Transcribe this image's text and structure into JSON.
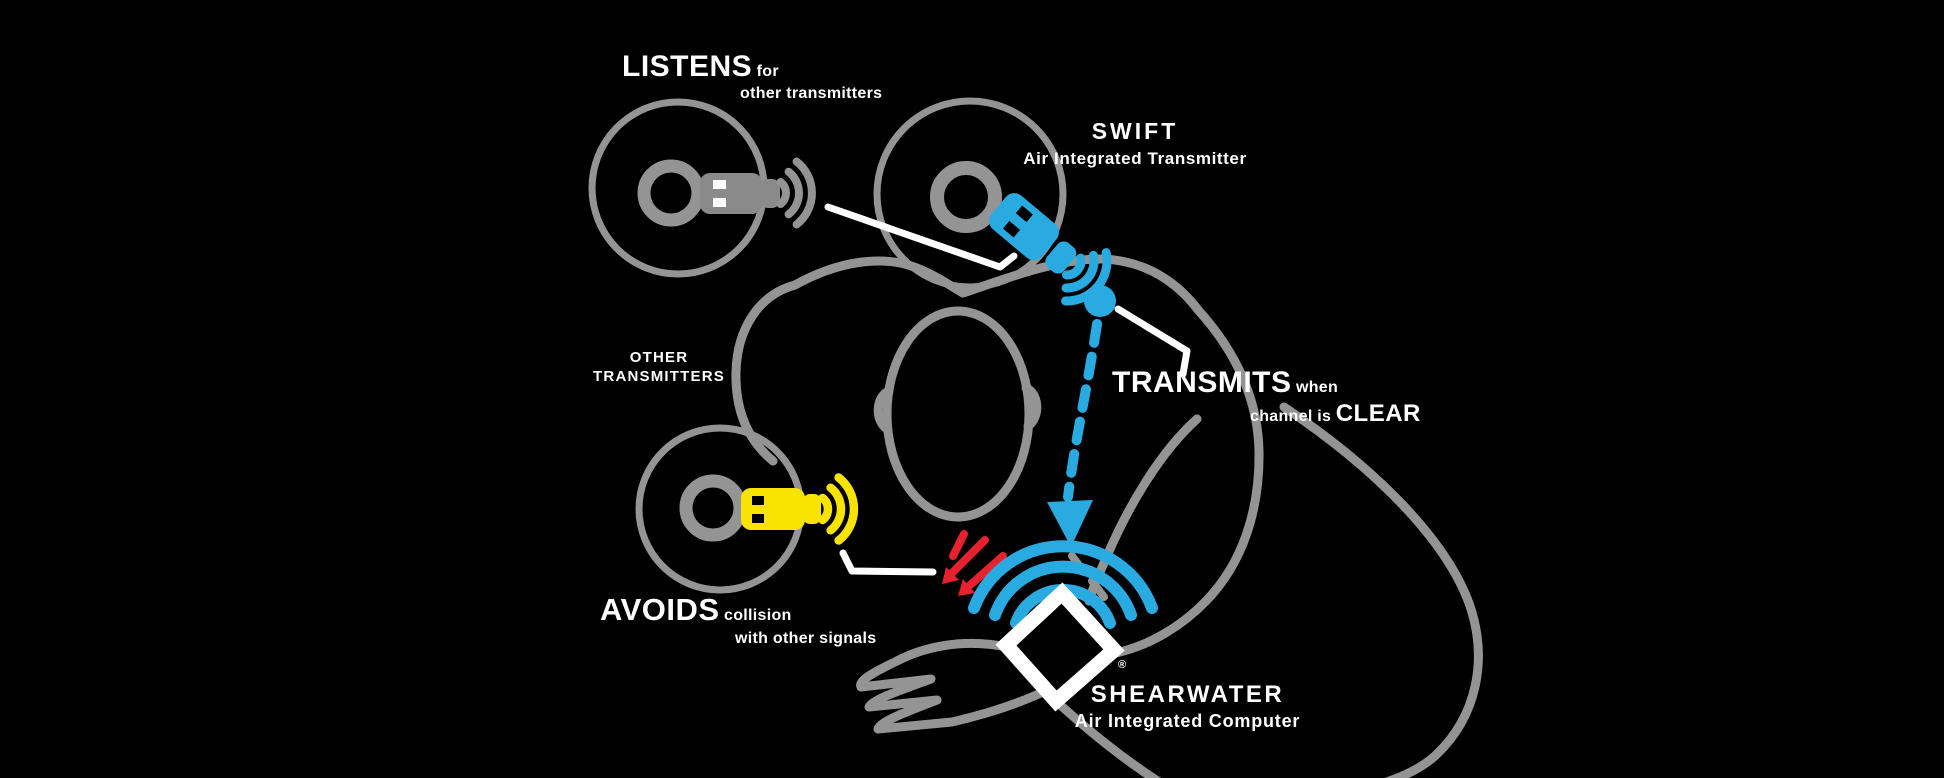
{
  "title": "SWIFT air integrated transmitter behavior diagram",
  "colors": {
    "background": "#000000",
    "gray_line": "#949494",
    "gray_fill": "#8A8A8A",
    "blue": "#29ABE2",
    "yellow": "#F9E300",
    "red": "#E8212E",
    "white": "#FFFFFF"
  },
  "labels": {
    "listens": {
      "big": "LISTENS",
      "small": "for",
      "line2": "other transmitters"
    },
    "swift": {
      "title": "SWIFT",
      "subtitle": "Air Integrated Transmitter"
    },
    "other_transmitters": {
      "line1": "OTHER",
      "line2": "TRANSMITTERS"
    },
    "transmits": {
      "big": "TRANSMITS",
      "small": "when",
      "line2_small": "channel is",
      "line2_big": "CLEAR"
    },
    "avoids": {
      "big": "AVOIDS",
      "small": "collision",
      "line2": "with other signals"
    },
    "shearwater": {
      "title": "SHEARWATER",
      "subtitle": "Air Integrated Computer",
      "registered": "®"
    }
  },
  "icons": {
    "diver-top-view-icon": "gray outline of diver seen from above (head, shoulders, arm, hand)",
    "tank-listening-icon": "scuba tank top view with gray transmitter",
    "gray-signal-waves-icon": "three gray arcs",
    "swift-tank-icon": "scuba tank top view with blue SWIFT transmitter",
    "blue-signal-waves-icon": "three blue arcs",
    "signal-dot-icon": "solid blue dot",
    "dashed-transmission-arrow-icon": "blue dashed line with arrowhead",
    "receive-fan-icon": "three blue rainbow arcs over wrist computer",
    "dive-computer-diamond-icon": "white rotated-square Shearwater computer",
    "collision-burst-icon": "red crossed crash arrows",
    "avoid-tank-icon": "scuba tank top view with yellow transmitter",
    "yellow-signal-waves-icon": "three yellow arcs",
    "leader-line": "white annotation pointer line"
  }
}
